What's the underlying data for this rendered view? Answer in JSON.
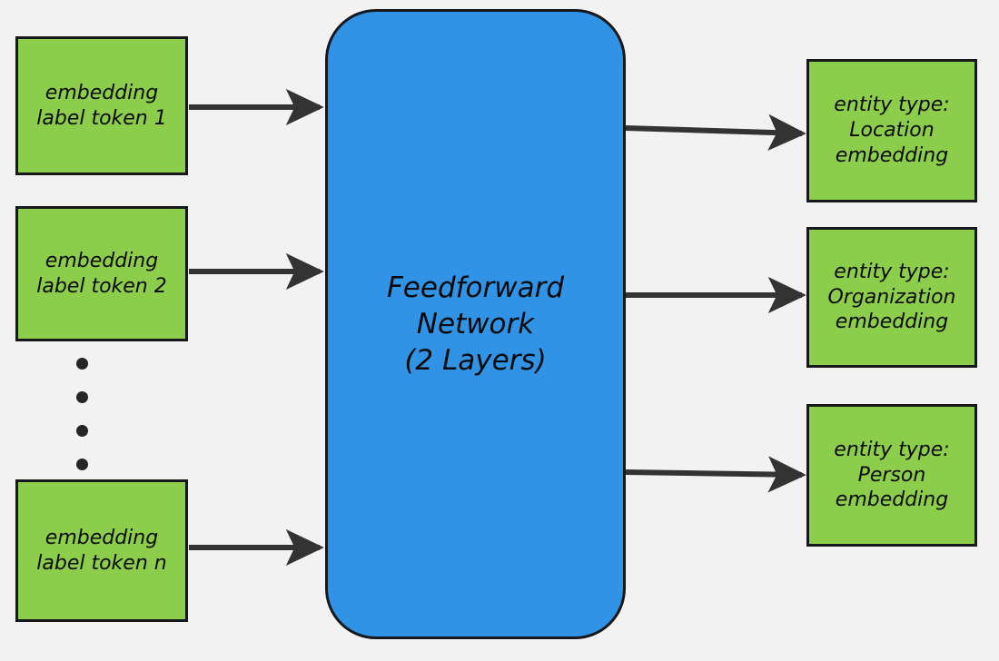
{
  "diagram": {
    "title": "Feedforward Network entity type embedding diagram",
    "background_color": "#f2f2f2",
    "colors": {
      "input_node_fill": "#8cce4b",
      "output_node_fill": "#8cce4b",
      "process_node_fill": "#3093e6",
      "node_border": "#16181c",
      "arrow": "#333333",
      "text": "#0a0a0a"
    },
    "inputs": [
      {
        "id": "input-1",
        "label": "embedding\nlabel token 1"
      },
      {
        "id": "input-2",
        "label": "embedding\nlabel token 2"
      },
      {
        "id": "input-n",
        "label": "embedding\nlabel token n"
      }
    ],
    "ellipsis": {
      "name": "vertical-ellipsis",
      "dot_count": 4
    },
    "process": {
      "id": "feedforward-network",
      "label": "Feedforward\nNetwork\n(2 Layers)"
    },
    "outputs": [
      {
        "id": "output-location",
        "label": "entity type:\nLocation\nembedding"
      },
      {
        "id": "output-organization",
        "label": "entity type:\nOrganization\nembedding"
      },
      {
        "id": "output-person",
        "label": "entity type:\nPerson\nembedding"
      }
    ],
    "edges": [
      {
        "id": "edge-input-1",
        "from": "input-1",
        "to": "feedforward-network"
      },
      {
        "id": "edge-input-2",
        "from": "input-2",
        "to": "feedforward-network"
      },
      {
        "id": "edge-input-n",
        "from": "input-n",
        "to": "feedforward-network"
      },
      {
        "id": "edge-output-location",
        "from": "feedforward-network",
        "to": "output-location"
      },
      {
        "id": "edge-output-organization",
        "from": "feedforward-network",
        "to": "output-organization"
      },
      {
        "id": "edge-output-person",
        "from": "feedforward-network",
        "to": "output-person"
      }
    ]
  }
}
